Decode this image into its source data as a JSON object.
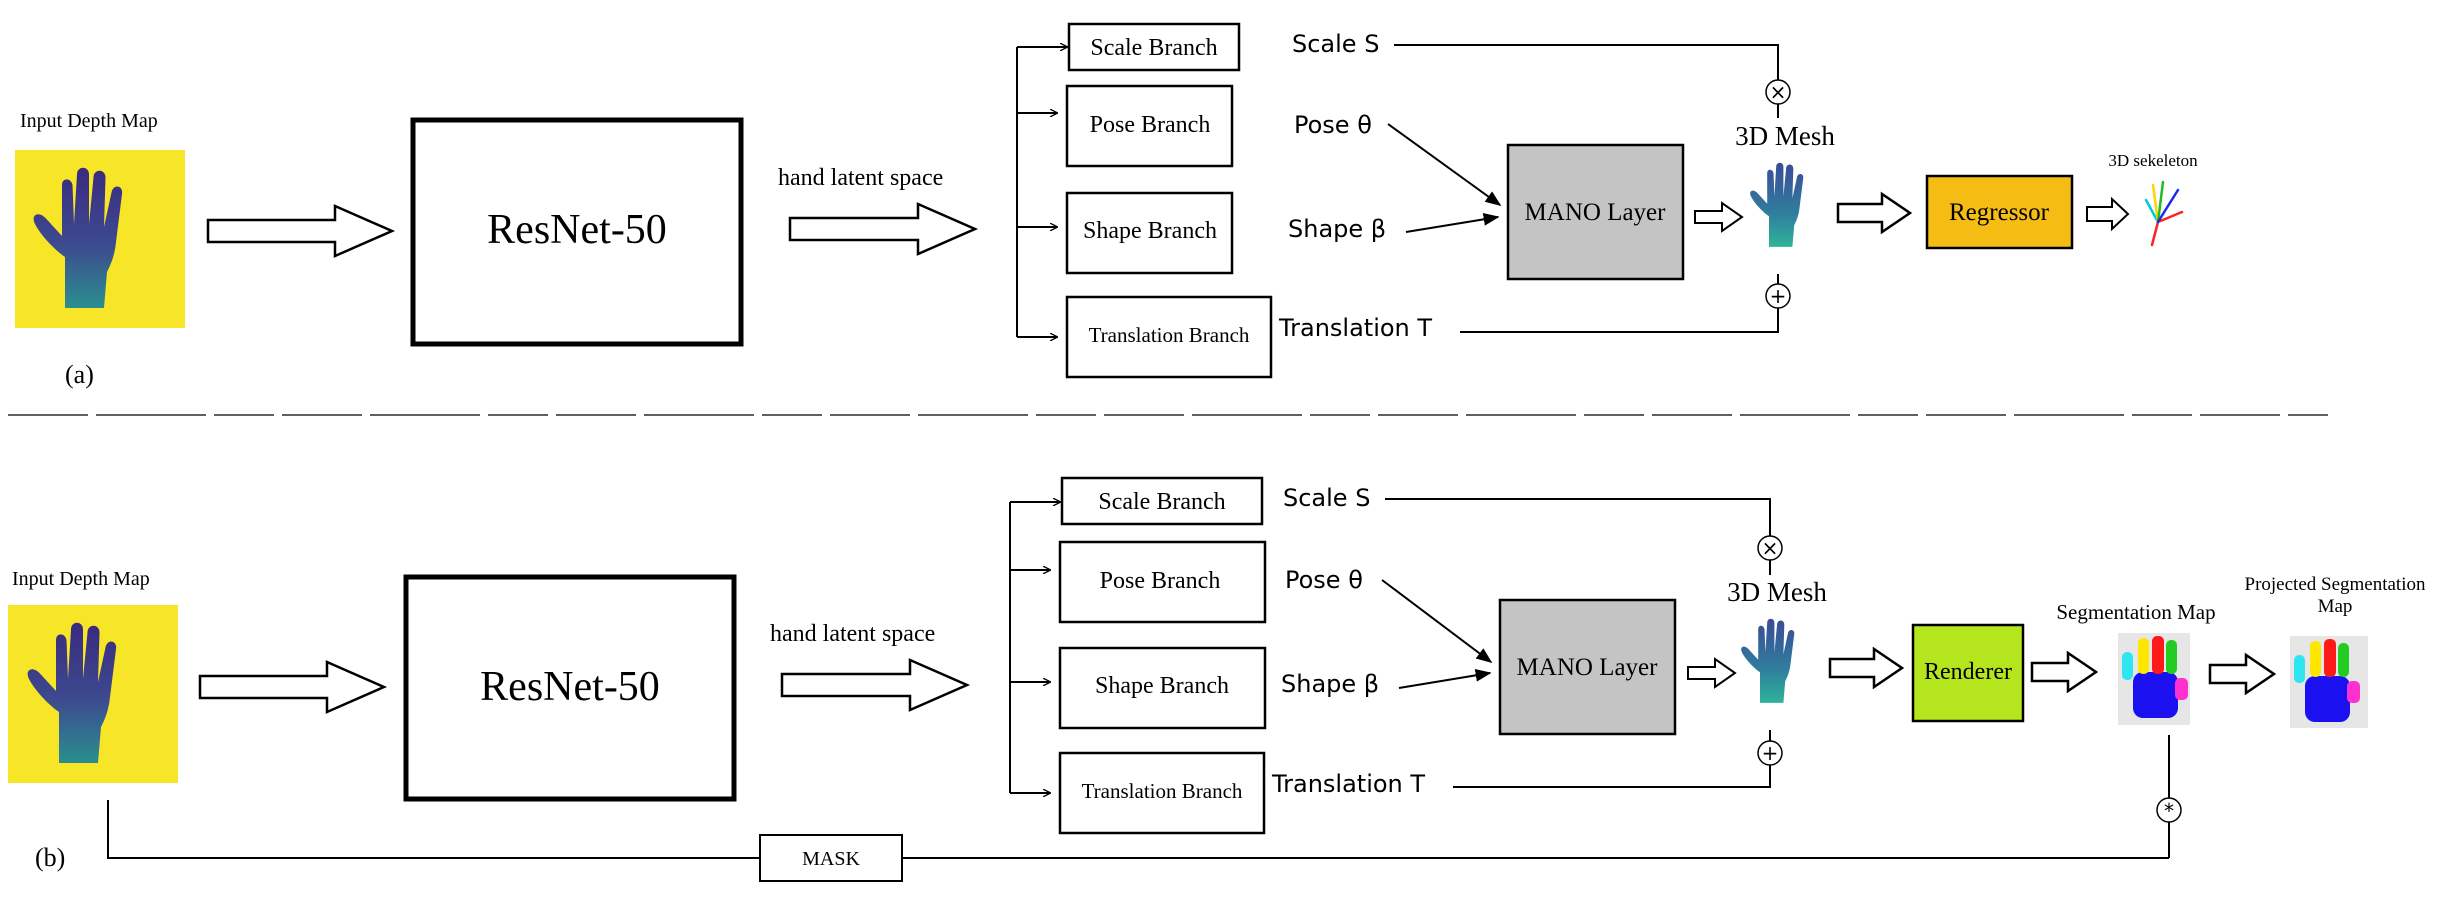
{
  "panel_a": {
    "panel_label": "(a)",
    "input_label": "Input Depth Map",
    "encoder_label": "ResNet-50",
    "latent_label": "hand latent space",
    "branches": [
      "Scale Branch",
      "Pose Branch",
      "Shape Branch",
      "Translation Branch"
    ],
    "params": [
      "Scale S",
      "Pose θ",
      "Shape β",
      "Translation T"
    ],
    "mano_label": "MANO Layer",
    "mesh_label": "3D Mesh",
    "multiply_symbol": "×",
    "add_symbol": "+",
    "regressor_label": "Regressor",
    "skeleton_label": "3D sekeleton"
  },
  "panel_b": {
    "panel_label": "(b)",
    "input_label": "Input Depth Map",
    "encoder_label": "ResNet-50",
    "latent_label": "hand latent space",
    "branches": [
      "Scale Branch",
      "Pose Branch",
      "Shape Branch",
      "Translation Branch"
    ],
    "params": [
      "Scale S",
      "Pose θ",
      "Shape β",
      "Translation T"
    ],
    "mano_label": "MANO Layer",
    "mesh_label": "3D Mesh",
    "multiply_symbol": "×",
    "add_symbol": "+",
    "renderer_label": "Renderer",
    "seg_label": "Segmentation Map",
    "proj_label_line1": "Projected Segmentation",
    "proj_label_line2": "Map",
    "mask_label": "MASK",
    "conv_symbol": "*"
  },
  "colors": {
    "depth_bg": "#f7e627",
    "depth_hand": "#3b3f8a",
    "mano_fill": "#c4c4c4",
    "regressor_fill": "#f5bd14",
    "renderer_fill": "#b5e61d",
    "mesh_top": "#3b4b96",
    "mesh_bottom": "#2fb39a",
    "seg_palm": "#1a10f0",
    "seg_thumb": "#ff30d0",
    "seg_index": "#2ee6f0",
    "seg_middle": "#ffe600",
    "seg_ring": "#ff1a1a",
    "seg_little": "#22cc22"
  }
}
